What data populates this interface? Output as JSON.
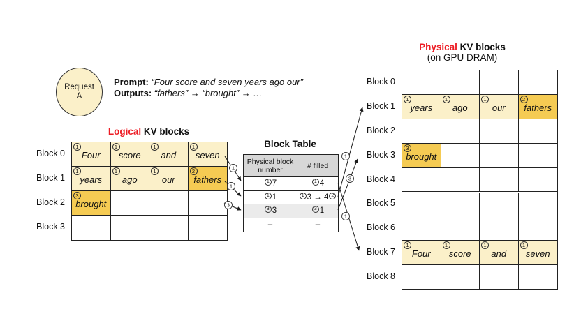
{
  "request": {
    "line1": "Request",
    "line2": "A"
  },
  "prompt": {
    "label": "Prompt:",
    "value": "“Four score and seven years ago our”"
  },
  "outputs": {
    "label": "Outputs:",
    "value": "“fathers” → “brought” → …"
  },
  "logical": {
    "title_highlight": "Logical",
    "title_rest": " KV blocks",
    "row_labels": [
      "Block 0",
      "Block 1",
      "Block 2",
      "Block 3"
    ],
    "rows": [
      [
        {
          "m": "1",
          "w": "Four"
        },
        {
          "m": "1",
          "w": "score"
        },
        {
          "m": "1",
          "w": "and"
        },
        {
          "m": "1",
          "w": "seven"
        }
      ],
      [
        {
          "m": "1",
          "w": "years"
        },
        {
          "m": "1",
          "w": "ago"
        },
        {
          "m": "1",
          "w": "our"
        },
        {
          "m": "2",
          "w": "fathers",
          "hl": true
        }
      ],
      [
        {
          "m": "3",
          "w": "brought",
          "hl": true
        },
        {},
        {},
        {}
      ],
      [
        {},
        {},
        {},
        {}
      ]
    ]
  },
  "block_table": {
    "title": "Block Table",
    "headers": [
      "Physical block number",
      "# filled"
    ],
    "rows": [
      {
        "shaded": false,
        "cells": [
          [
            {
              "c": "1"
            },
            {
              "t": "7"
            }
          ],
          [
            {
              "c": "1"
            },
            {
              "t": "4"
            }
          ]
        ]
      },
      {
        "shaded": false,
        "cells": [
          [
            {
              "c": "1"
            },
            {
              "t": "1"
            }
          ],
          [
            {
              "c": "1"
            },
            {
              "t": "3 → 4"
            },
            {
              "c": "2"
            }
          ]
        ]
      },
      {
        "shaded": true,
        "cells": [
          [
            {
              "c": "3"
            },
            {
              "t": "3"
            }
          ],
          [
            {
              "c": "3"
            },
            {
              "t": "1"
            }
          ]
        ]
      },
      {
        "shaded": false,
        "cells": [
          [
            {
              "t": "–"
            }
          ],
          [
            {
              "t": "–"
            }
          ]
        ]
      }
    ]
  },
  "physical": {
    "title_highlight": "Physical",
    "title_rest": " KV blocks",
    "subtitle": "(on GPU DRAM)",
    "row_labels": [
      "Block 0",
      "Block 1",
      "Block 2",
      "Block 3",
      "Block 4",
      "Block 5",
      "Block 6",
      "Block 7",
      "Block 8"
    ],
    "rows": [
      [
        {},
        {},
        {},
        {}
      ],
      [
        {
          "m": "1",
          "w": "years"
        },
        {
          "m": "1",
          "w": "ago"
        },
        {
          "m": "1",
          "w": "our"
        },
        {
          "m": "2",
          "w": "fathers",
          "hl": true
        }
      ],
      [
        {},
        {},
        {},
        {}
      ],
      [
        {
          "m": "3",
          "w": "brought",
          "hl": true
        },
        {},
        {},
        {}
      ],
      [
        {},
        {},
        {},
        {}
      ],
      [
        {},
        {},
        {},
        {}
      ],
      [
        {},
        {},
        {},
        {}
      ],
      [
        {
          "m": "1",
          "w": "Four"
        },
        {
          "m": "1",
          "w": "score"
        },
        {
          "m": "1",
          "w": "and"
        },
        {
          "m": "1",
          "w": "seven"
        }
      ],
      [
        {},
        {},
        {},
        {}
      ]
    ]
  },
  "arrows": {
    "logical_to_table": [
      {
        "label": "1",
        "from_logical_row": 0,
        "to_table_row": 0
      },
      {
        "label": "1",
        "from_logical_row": 1,
        "to_table_row": 1
      },
      {
        "label": "3",
        "from_logical_row": 2,
        "to_table_row": 2
      }
    ],
    "table_to_physical": [
      {
        "label": "1",
        "from_table_row": 0,
        "to_physical_block": 7
      },
      {
        "label": "1",
        "from_table_row": 1,
        "to_physical_block": 1
      },
      {
        "label": "3",
        "from_table_row": 2,
        "to_physical_block": 3
      }
    ]
  },
  "colors": {
    "highlight_red": "#ED1C24",
    "cell_cream": "#FBF0C9",
    "cell_gold": "#F5CB53",
    "header_gray": "#D7D7D7",
    "shaded_row_gray": "#EBEBEB",
    "line_black": "#1a1a1a"
  }
}
